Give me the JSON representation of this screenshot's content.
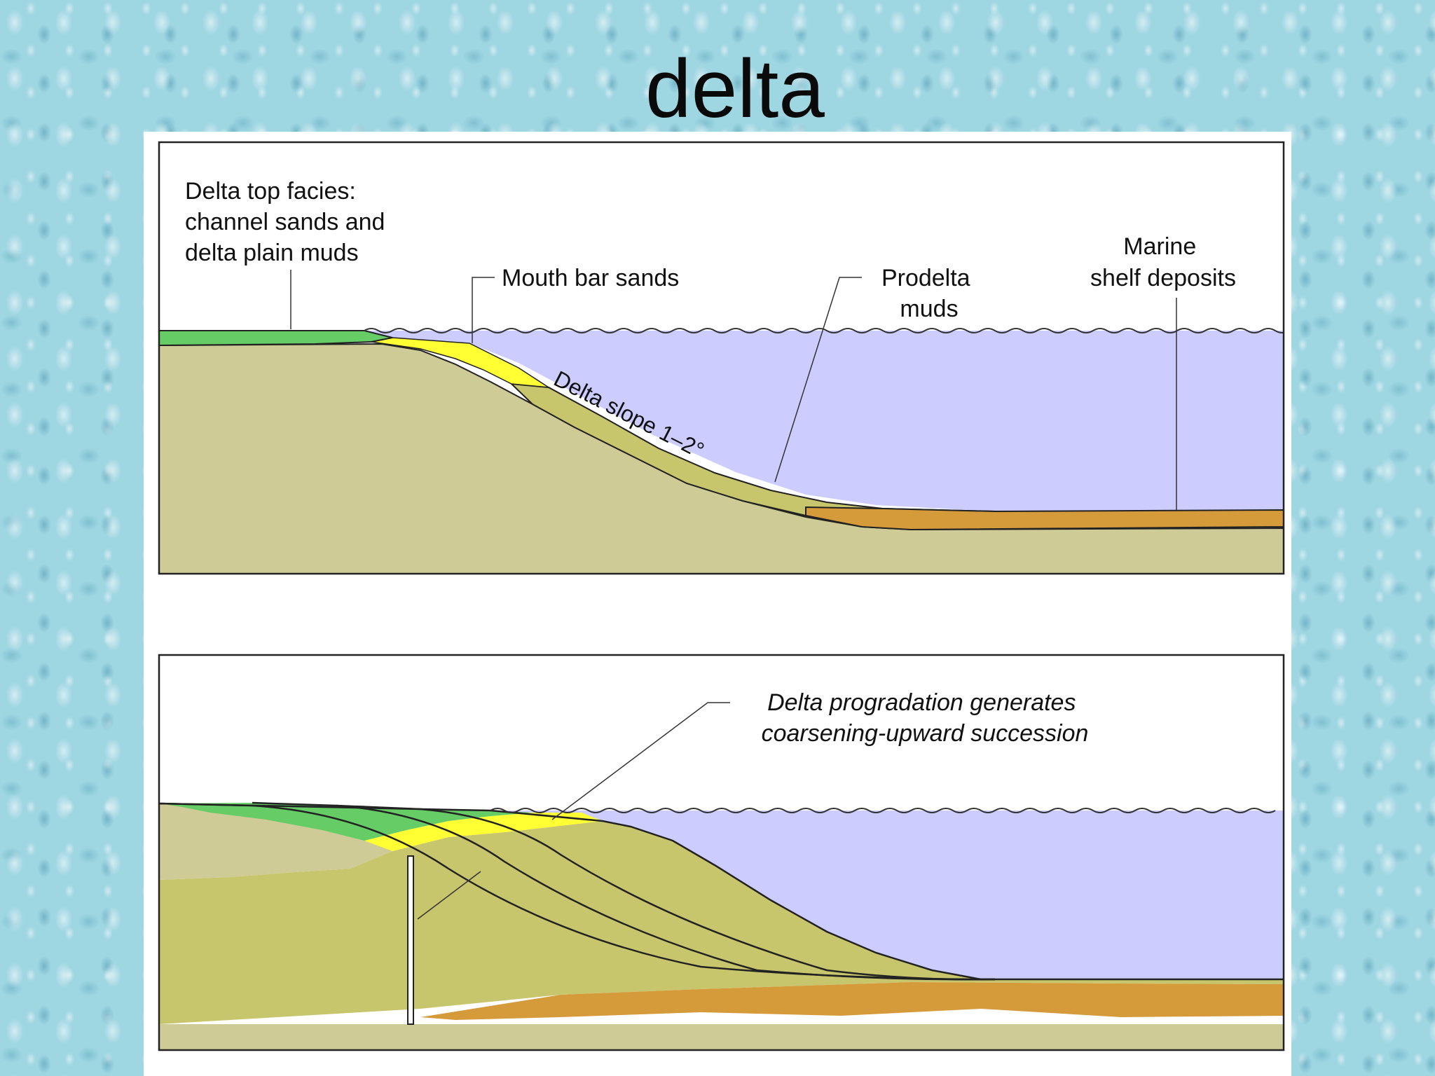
{
  "slide": {
    "title": "delta"
  },
  "top_panel": {
    "labels": {
      "delta_top_facies": [
        "Delta top facies:",
        "channel sands and",
        "delta plain muds"
      ],
      "mouth_bar_sands": "Mouth bar sands",
      "prodelta_muds": [
        "Prodelta",
        "muds"
      ],
      "marine_shelf": [
        "Marine",
        "shelf deposits"
      ],
      "delta_slope": "Delta slope 1–2°"
    }
  },
  "bottom_panel": {
    "labels": {
      "progradation": [
        "Delta progradation generates",
        "coarsening-upward succession"
      ]
    }
  },
  "colors": {
    "water": "#ccccff",
    "basement": "#cfcb97",
    "delta_plain": "#66cc66",
    "mouth_bar": "#ffff33",
    "prodelta": "#c7c66d",
    "shelf": "#d59a3a"
  }
}
